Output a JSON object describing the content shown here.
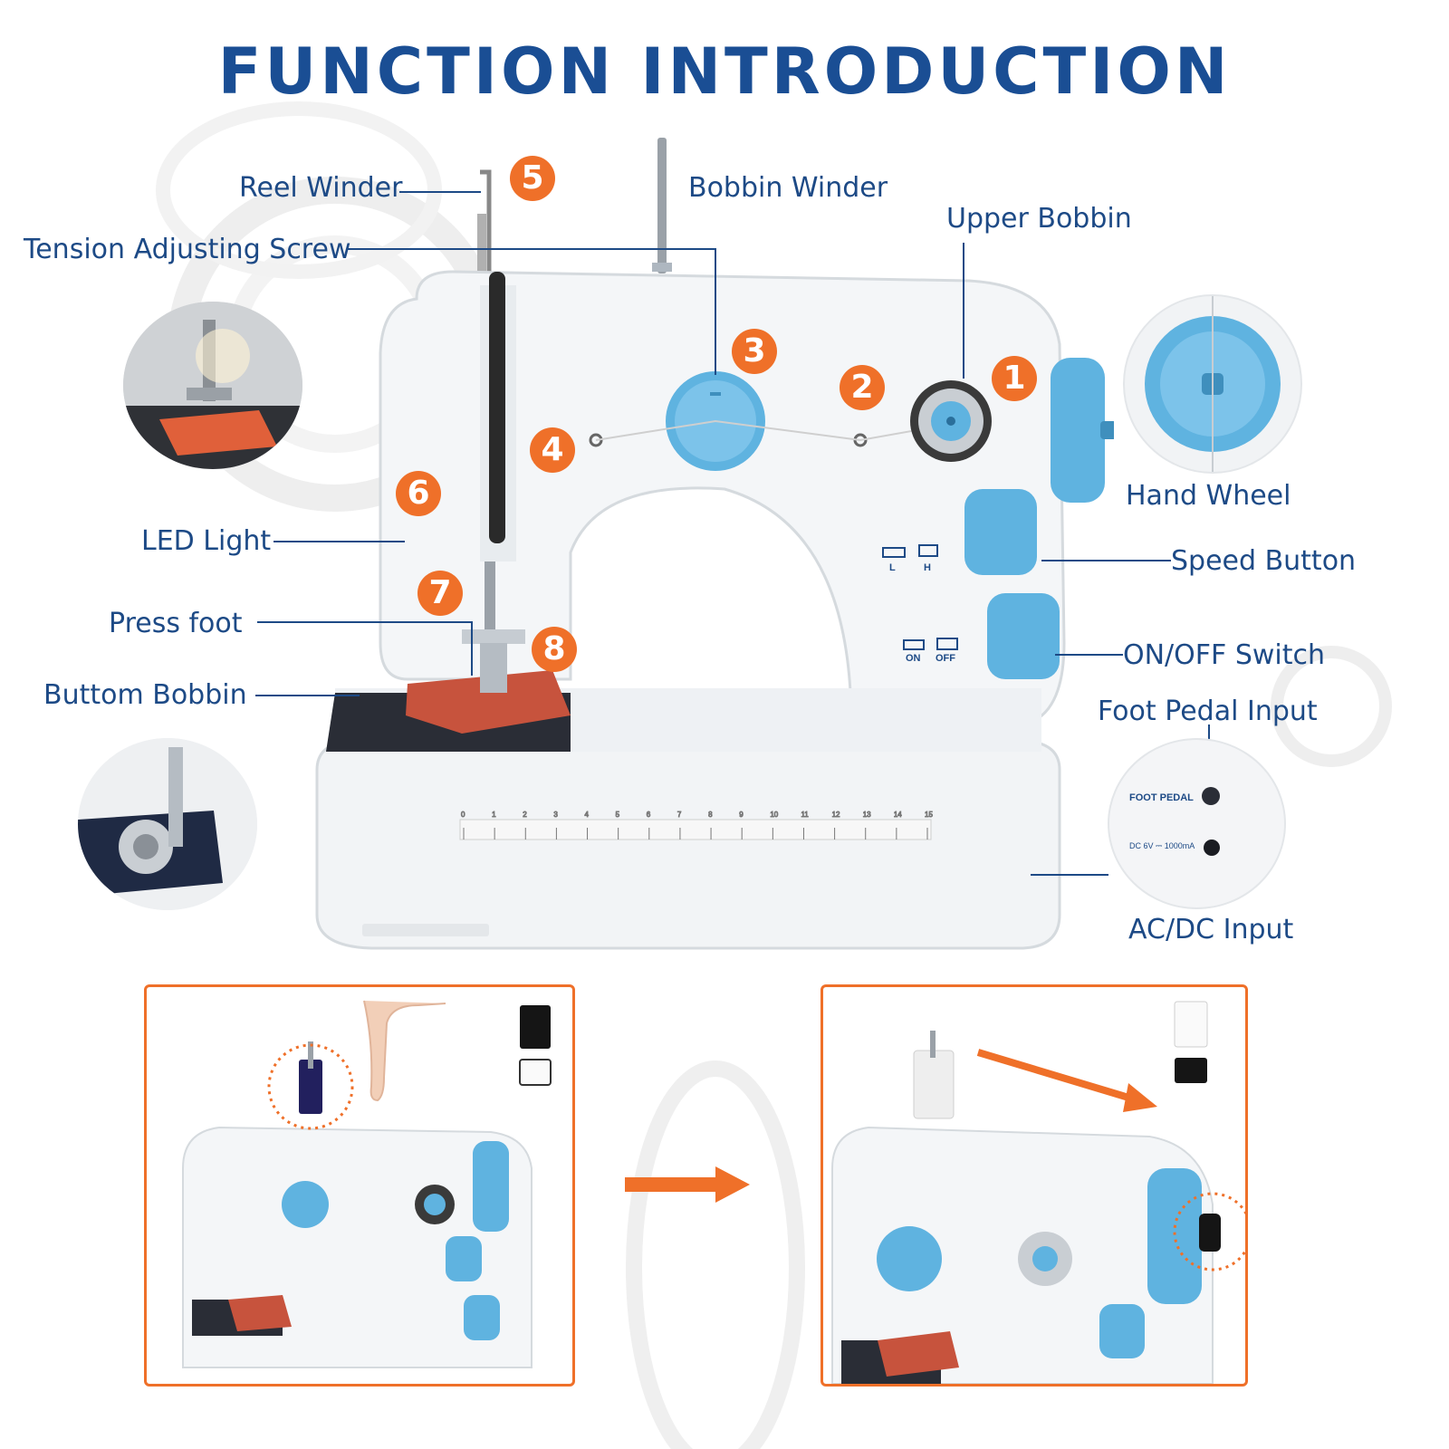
{
  "title": "FUNCTION INTRODUCTION",
  "labels": {
    "reel_winder": "Reel Winder",
    "bobbin_winder": "Bobbin Winder",
    "upper_bobbin": "Upper Bobbin",
    "tension_screw": "Tension Adjusting Screw",
    "hand_wheel": "Hand Wheel",
    "led_light": "LED Light",
    "speed_button": "Speed Button",
    "press_foot": "Press foot",
    "on_off_switch": "ON/OFF Switch",
    "buttom_bobbin": "Buttom Bobbin",
    "foot_pedal_input": "Foot Pedal Input",
    "acdc_input": "AC/DC Input"
  },
  "badges": [
    "1",
    "2",
    "3",
    "4",
    "5",
    "6",
    "7",
    "8"
  ],
  "machine_marks": {
    "speed_l": "L",
    "speed_h": "H",
    "on": "ON",
    "off": "OFF",
    "foot_pedal": "FOOT PEDAL",
    "dc_rating": "DC 6V ⎓ 1000mA"
  },
  "ruler_ticks": [
    "0",
    "1",
    "2",
    "3",
    "4",
    "5",
    "6",
    "7",
    "8",
    "9",
    "10",
    "11",
    "12",
    "13",
    "14",
    "15"
  ],
  "colors": {
    "title_blue": "#1a4e94",
    "label_blue": "#1d4a86",
    "accent_orange": "#ef7029",
    "machine_blue": "#5fb3e0",
    "machine_white": "#f4f6f8"
  },
  "icons": {
    "step_arrow": "arrow-right-icon",
    "diagonal_arrow": "arrow-down-right-icon"
  }
}
